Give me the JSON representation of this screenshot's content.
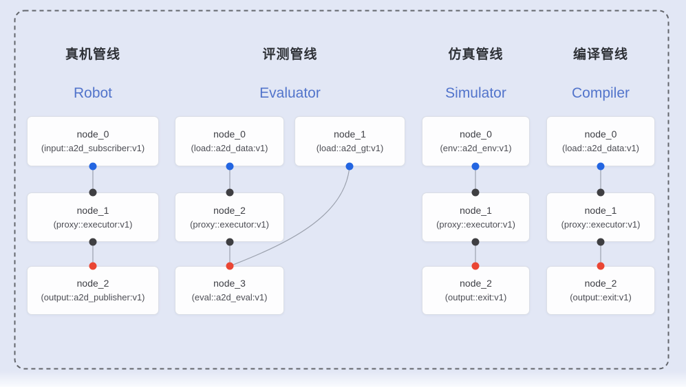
{
  "diagram": {
    "pipelines": [
      {
        "title_zh": "真机管线",
        "title_en": "Robot",
        "nodes": [
          {
            "name": "node_0",
            "type": "(input::a2d_subscriber:v1)"
          },
          {
            "name": "node_1",
            "type": "(proxy::executor:v1)"
          },
          {
            "name": "node_2",
            "type": "(output::a2d_publisher:v1)"
          }
        ]
      },
      {
        "title_zh": "评测管线",
        "title_en": "Evaluator",
        "nodes": [
          {
            "name": "node_0",
            "type": "(load::a2d_data:v1)"
          },
          {
            "name": "node_1",
            "type": "(load::a2d_gt:v1)"
          },
          {
            "name": "node_2",
            "type": "(proxy::executor:v1)"
          },
          {
            "name": "node_3",
            "type": "(eval::a2d_eval:v1)"
          }
        ]
      },
      {
        "title_zh": "仿真管线",
        "title_en": "Simulator",
        "nodes": [
          {
            "name": "node_0",
            "type": "(env::a2d_env:v1)"
          },
          {
            "name": "node_1",
            "type": "(proxy::executor:v1)"
          },
          {
            "name": "node_2",
            "type": "(output::exit:v1)"
          }
        ]
      },
      {
        "title_zh": "编译管线",
        "title_en": "Compiler",
        "nodes": [
          {
            "name": "node_0",
            "type": "(load::a2d_data:v1)"
          },
          {
            "name": "node_1",
            "type": "(proxy::executor:v1)"
          },
          {
            "name": "node_2",
            "type": "(output::exit:v1)"
          }
        ]
      }
    ],
    "ports": {
      "blue_dot": "source-output-port",
      "dark_dot": "executor-io-port",
      "red_dot": "sink-input-port"
    },
    "colors": {
      "background": "#e2e7f5",
      "accent_blue": "#5274cb",
      "title_dark": "#2e3136",
      "dot_blue": "#2365e1",
      "dot_dark": "#3f3f42",
      "dot_red": "#ea4634",
      "edge_gray": "#9ba1ad",
      "dashed_border": "#63666c",
      "node_fill": "#fdfdfe"
    }
  }
}
